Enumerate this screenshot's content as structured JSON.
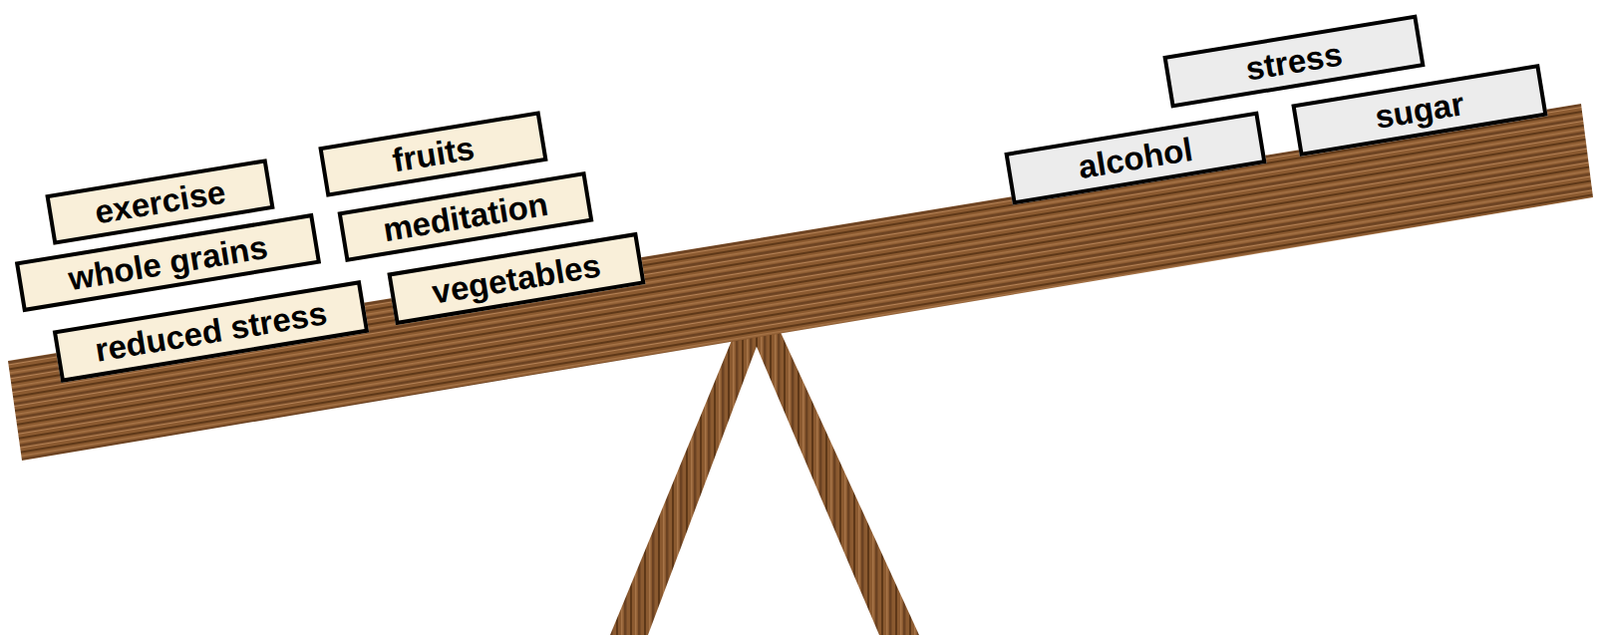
{
  "diagram": {
    "nodes": [
      {
        "text": [
          "exercise"
        ]
      },
      {
        "text": [
          "whole grains"
        ]
      },
      {
        "text": [
          "reduced stress"
        ]
      },
      {
        "text": [
          "fruits"
        ]
      },
      {
        "text": [
          "meditation"
        ]
      },
      {
        "text": [
          "vegetables"
        ]
      },
      {
        "text": [
          "stress"
        ]
      },
      {
        "text": [
          "alcohol"
        ]
      },
      {
        "text": [
          "sugar"
        ]
      }
    ]
  }
}
